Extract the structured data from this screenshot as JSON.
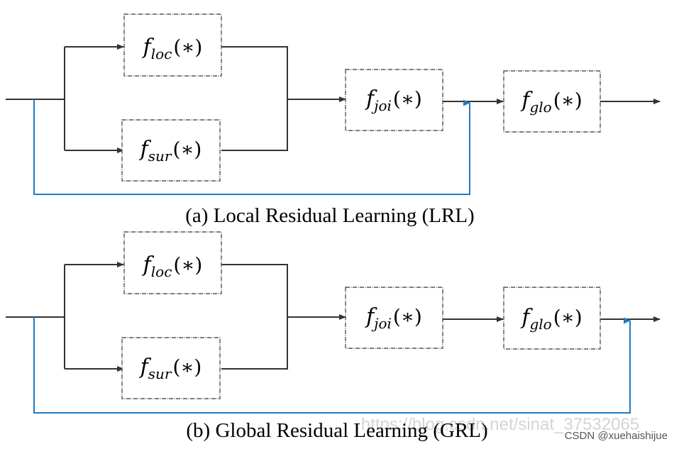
{
  "panel_a": {
    "caption": "(a) Local Residual Learning (LRL)",
    "blocks": {
      "loc": {
        "f": "f",
        "sub": "loc",
        "arg": "(∗)"
      },
      "sur": {
        "f": "f",
        "sub": "sur",
        "arg": "(∗)"
      },
      "joi": {
        "f": "f",
        "sub": "joi",
        "arg": "(∗)"
      },
      "glo": {
        "f": "f",
        "sub": "glo",
        "arg": "(∗)"
      }
    }
  },
  "panel_b": {
    "caption": "(b) Global Residual Learning (GRL)",
    "blocks": {
      "loc": {
        "f": "f",
        "sub": "loc",
        "arg": "(∗)"
      },
      "sur": {
        "f": "f",
        "sub": "sur",
        "arg": "(∗)"
      },
      "joi": {
        "f": "f",
        "sub": "joi",
        "arg": "(∗)"
      },
      "glo": {
        "f": "f",
        "sub": "glo",
        "arg": "(∗)"
      }
    }
  },
  "watermark": "https://blog.csdn.net/sinat_37532065",
  "credit": "CSDN @xuehaishijue",
  "colors": {
    "wire": "#333333",
    "skip": "#1f7ac4",
    "box_border": "#555555"
  }
}
